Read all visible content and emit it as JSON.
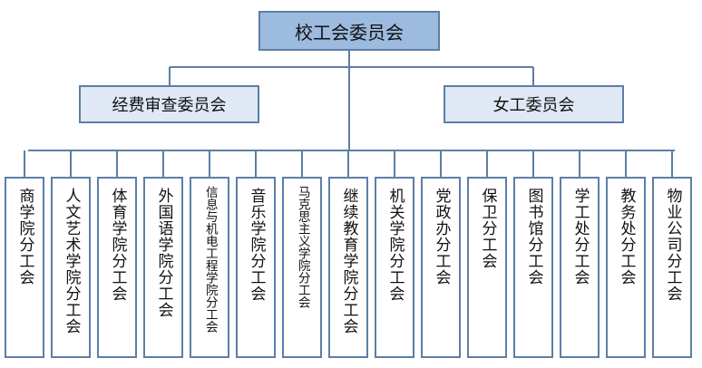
{
  "root": {
    "label": "校工会委员会"
  },
  "committees": [
    {
      "label": "经费审查委员会"
    },
    {
      "label": "女工委员会"
    }
  ],
  "branches": [
    {
      "label": "商学院分工会"
    },
    {
      "label": "人文艺术学院分工会"
    },
    {
      "label": "体育学院分工会"
    },
    {
      "label": "外国语学院分工会"
    },
    {
      "label": "信息与机电工程学院分工会"
    },
    {
      "label": "音乐学院分工会"
    },
    {
      "label": "马克思主义学院分工会"
    },
    {
      "label": "继续教育学院分工会"
    },
    {
      "label": "机关学院分工会"
    },
    {
      "label": "党政办分工会"
    },
    {
      "label": "保卫分工会"
    },
    {
      "label": "图书馆分工会"
    },
    {
      "label": "学工处分工会"
    },
    {
      "label": "教务处分工会"
    },
    {
      "label": "物业公司分工会"
    }
  ],
  "colors": {
    "root_fill": "#9dbadf",
    "committee_fill": "#dfe8f4",
    "border": "#5b7fa6",
    "line": "#5b7fa6"
  }
}
